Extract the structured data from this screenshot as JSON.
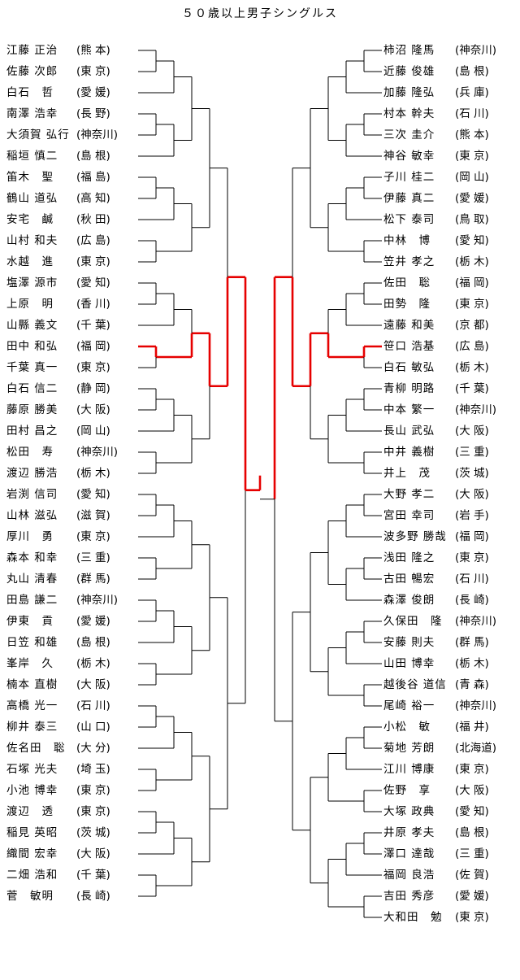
{
  "title": "５０歳以上男子シングルス",
  "left_players": [
    {
      "name": "江藤 正治",
      "pref": "(熊 本)"
    },
    {
      "name": "佐藤 次郎",
      "pref": "(東 京)"
    },
    {
      "name": "白石　哲",
      "pref": "(愛 媛)"
    },
    {
      "name": "南澤 浩幸",
      "pref": "(長 野)"
    },
    {
      "name": "大須賀 弘行",
      "pref": "(神奈川)"
    },
    {
      "name": "稲垣 慎二",
      "pref": "(島 根)"
    },
    {
      "name": "笛木　聖",
      "pref": "(福 島)"
    },
    {
      "name": "鶴山 道弘",
      "pref": "(高 知)"
    },
    {
      "name": "安宅　鹹",
      "pref": "(秋 田)"
    },
    {
      "name": "山村 和夫",
      "pref": "(広 島)"
    },
    {
      "name": "水越　進",
      "pref": "(東 京)"
    },
    {
      "name": "塩澤 源市",
      "pref": "(愛 知)"
    },
    {
      "name": "上原　明",
      "pref": "(香 川)"
    },
    {
      "name": "山縣 義文",
      "pref": "(千 葉)"
    },
    {
      "name": "田中 和弘",
      "pref": "(福 岡)"
    },
    {
      "name": "千葉 真一",
      "pref": "(東 京)"
    },
    {
      "name": "白石 信二",
      "pref": "(静 岡)"
    },
    {
      "name": "藤原 勝美",
      "pref": "(大 阪)"
    },
    {
      "name": "田村 昌之",
      "pref": "(岡 山)"
    },
    {
      "name": "松田　寿",
      "pref": "(神奈川)"
    },
    {
      "name": "渡辺 勝浩",
      "pref": "(栃 木)"
    },
    {
      "name": "岩渕 信司",
      "pref": "(愛 知)"
    },
    {
      "name": "山林 滋弘",
      "pref": "(滋 賀)"
    },
    {
      "name": "厚川　勇",
      "pref": "(東 京)"
    },
    {
      "name": "森本 和幸",
      "pref": "(三 重)"
    },
    {
      "name": "丸山 清春",
      "pref": "(群 馬)"
    },
    {
      "name": "田島 謙二",
      "pref": "(神奈川)"
    },
    {
      "name": "伊東　貢",
      "pref": "(愛 媛)"
    },
    {
      "name": "日笠 和雄",
      "pref": "(島 根)"
    },
    {
      "name": "峯岸　久",
      "pref": "(栃 木)"
    },
    {
      "name": "楠本 直樹",
      "pref": "(大 阪)"
    },
    {
      "name": "高橋 光一",
      "pref": "(石 川)"
    },
    {
      "name": "柳井 泰三",
      "pref": "(山 口)"
    },
    {
      "name": "佐名田　聡",
      "pref": "(大 分)"
    },
    {
      "name": "石塚 光夫",
      "pref": "(埼 玉)"
    },
    {
      "name": "小池 博幸",
      "pref": "(東 京)"
    },
    {
      "name": "渡辺　透",
      "pref": "(東 京)"
    },
    {
      "name": "稲見 英昭",
      "pref": "(茨 城)"
    },
    {
      "name": "織間 宏幸",
      "pref": "(大 阪)"
    },
    {
      "name": "二畑 浩和",
      "pref": "(千 葉)"
    },
    {
      "name": "菅　敏明",
      "pref": "(長 崎)"
    }
  ],
  "right_players": [
    {
      "name": "柿沼 隆馬",
      "pref": "(神奈川)"
    },
    {
      "name": "近藤 俊雄",
      "pref": "(島 根)"
    },
    {
      "name": "加藤 隆弘",
      "pref": "(兵 庫)"
    },
    {
      "name": "村本 幹夫",
      "pref": "(石 川)"
    },
    {
      "name": "三次 圭介",
      "pref": "(熊 本)"
    },
    {
      "name": "神谷 敏幸",
      "pref": "(東 京)"
    },
    {
      "name": "子川 桂二",
      "pref": "(岡 山)"
    },
    {
      "name": "伊藤 真二",
      "pref": "(愛 媛)"
    },
    {
      "name": "松下 泰司",
      "pref": "(鳥 取)"
    },
    {
      "name": "中林　博",
      "pref": "(愛 知)"
    },
    {
      "name": "笠井 孝之",
      "pref": "(栃 木)"
    },
    {
      "name": "佐田　聡",
      "pref": "(福 岡)"
    },
    {
      "name": "田勢　隆",
      "pref": "(東 京)"
    },
    {
      "name": "遠藤 和美",
      "pref": "(京 都)"
    },
    {
      "name": "笹口 浩基",
      "pref": "(広 島)"
    },
    {
      "name": "白石 敏弘",
      "pref": "(栃 木)"
    },
    {
      "name": "青柳 明路",
      "pref": "(千 葉)"
    },
    {
      "name": "中本 繁一",
      "pref": "(神奈川)"
    },
    {
      "name": "長山 武弘",
      "pref": "(大 阪)"
    },
    {
      "name": "中井 義樹",
      "pref": "(三 重)"
    },
    {
      "name": "井上　茂",
      "pref": "(茨 城)"
    },
    {
      "name": "大野 孝二",
      "pref": "(大 阪)"
    },
    {
      "name": "宮田 幸司",
      "pref": "(岩 手)"
    },
    {
      "name": "波多野 勝哉",
      "pref": "(福 岡)"
    },
    {
      "name": "浅田 隆之",
      "pref": "(東 京)"
    },
    {
      "name": "古田 暢宏",
      "pref": "(石 川)"
    },
    {
      "name": "森澤 俊朗",
      "pref": "(長 崎)"
    },
    {
      "name": "久保田　隆",
      "pref": "(神奈川)"
    },
    {
      "name": "安藤 則夫",
      "pref": "(群 馬)"
    },
    {
      "name": "山田 博幸",
      "pref": "(栃 木)"
    },
    {
      "name": "越後谷 道信",
      "pref": "(青 森)"
    },
    {
      "name": "尾崎 裕一",
      "pref": "(神奈川)"
    },
    {
      "name": "小松　敏",
      "pref": "(福 井)"
    },
    {
      "name": "菊地 芳朗",
      "pref": "(北海道)"
    },
    {
      "name": "江川 博康",
      "pref": "(東 京)"
    },
    {
      "name": "佐野　享",
      "pref": "(大 阪)"
    },
    {
      "name": "大塚 政典",
      "pref": "(愛 知)"
    },
    {
      "name": "井原 孝夫",
      "pref": "(島 根)"
    },
    {
      "name": "澤口 達哉",
      "pref": "(三 重)"
    },
    {
      "name": "福岡 良浩",
      "pref": "(佐 賀)"
    },
    {
      "name": "吉田 秀彦",
      "pref": "(愛 媛)"
    },
    {
      "name": "大和田　勉",
      "pref": "(東 京)"
    }
  ],
  "colors": {
    "winner_line": "#e60000",
    "loser_line": "#000000",
    "text": "#000000"
  }
}
